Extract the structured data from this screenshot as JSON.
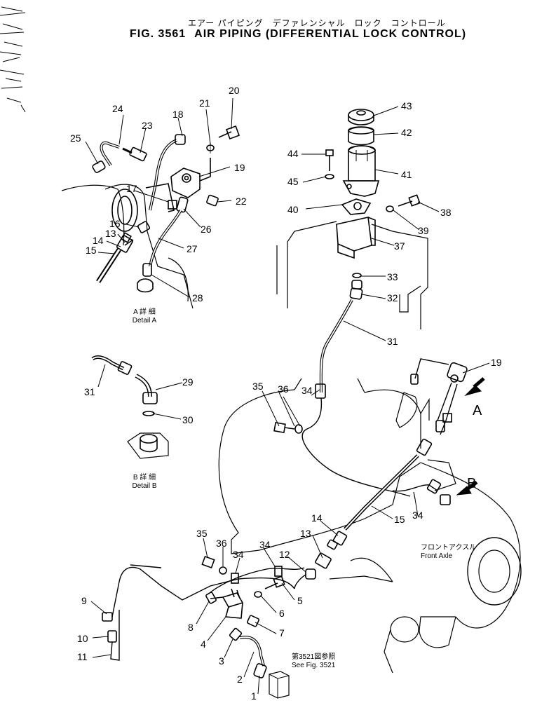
{
  "header": {
    "title_jp": "エアー パイピング　デファレンシャル　ロック　コントロール",
    "fig_number": "FIG. 3561",
    "title_en": "AIR PIPING (DIFFERENTIAL LOCK CONTROL)"
  },
  "details": {
    "a_jp": "A 詳 細",
    "a_en": "Detail A",
    "b_jp": "B 詳 細",
    "b_en": "Detail B"
  },
  "views": {
    "arrow_a": "A",
    "arrow_b": "B"
  },
  "labels": {
    "front_axle_jp": "フロントアクスル",
    "front_axle_en": "Front  Axle",
    "see_fig_jp": "第3521図参照",
    "see_fig_en": "See Fig. 3521"
  },
  "callouts": [
    {
      "id": "c20",
      "text": "20"
    },
    {
      "id": "c21",
      "text": "21"
    },
    {
      "id": "c18",
      "text": "18"
    },
    {
      "id": "c24",
      "text": "24"
    },
    {
      "id": "c23",
      "text": "23"
    },
    {
      "id": "c25",
      "text": "25"
    },
    {
      "id": "c19a",
      "text": "19"
    },
    {
      "id": "c17",
      "text": "17"
    },
    {
      "id": "c22",
      "text": "22"
    },
    {
      "id": "c16",
      "text": "16"
    },
    {
      "id": "c26",
      "text": "26"
    },
    {
      "id": "c13a",
      "text": "13"
    },
    {
      "id": "c14a",
      "text": "14"
    },
    {
      "id": "c15a",
      "text": "15"
    },
    {
      "id": "c27",
      "text": "27"
    },
    {
      "id": "c28",
      "text": "28"
    },
    {
      "id": "c43",
      "text": "43"
    },
    {
      "id": "c42",
      "text": "42"
    },
    {
      "id": "c44",
      "text": "44"
    },
    {
      "id": "c41",
      "text": "41"
    },
    {
      "id": "c45",
      "text": "45"
    },
    {
      "id": "c40",
      "text": "40"
    },
    {
      "id": "c38",
      "text": "38"
    },
    {
      "id": "c39",
      "text": "39"
    },
    {
      "id": "c37",
      "text": "37"
    },
    {
      "id": "c33",
      "text": "33"
    },
    {
      "id": "c32",
      "text": "32"
    },
    {
      "id": "c31a",
      "text": "31"
    },
    {
      "id": "c29",
      "text": "29"
    },
    {
      "id": "c31b",
      "text": "31"
    },
    {
      "id": "c30",
      "text": "30"
    },
    {
      "id": "c19b",
      "text": "19"
    },
    {
      "id": "c35a",
      "text": "35"
    },
    {
      "id": "c36a",
      "text": "36"
    },
    {
      "id": "c34a",
      "text": "34"
    },
    {
      "id": "c15b",
      "text": "15"
    },
    {
      "id": "c34b",
      "text": "34"
    },
    {
      "id": "c14b",
      "text": "14"
    },
    {
      "id": "c13b",
      "text": "13"
    },
    {
      "id": "c35b",
      "text": "35"
    },
    {
      "id": "c36b",
      "text": "36"
    },
    {
      "id": "c34c",
      "text": "34"
    },
    {
      "id": "c12",
      "text": "12"
    },
    {
      "id": "c34d",
      "text": "34"
    },
    {
      "id": "c9",
      "text": "9"
    },
    {
      "id": "c5",
      "text": "5"
    },
    {
      "id": "c6",
      "text": "6"
    },
    {
      "id": "c8",
      "text": "8"
    },
    {
      "id": "c7",
      "text": "7"
    },
    {
      "id": "c4",
      "text": "4"
    },
    {
      "id": "c10",
      "text": "10"
    },
    {
      "id": "c3",
      "text": "3"
    },
    {
      "id": "c11",
      "text": "11"
    },
    {
      "id": "c2",
      "text": "2"
    },
    {
      "id": "c1",
      "text": "1"
    }
  ]
}
